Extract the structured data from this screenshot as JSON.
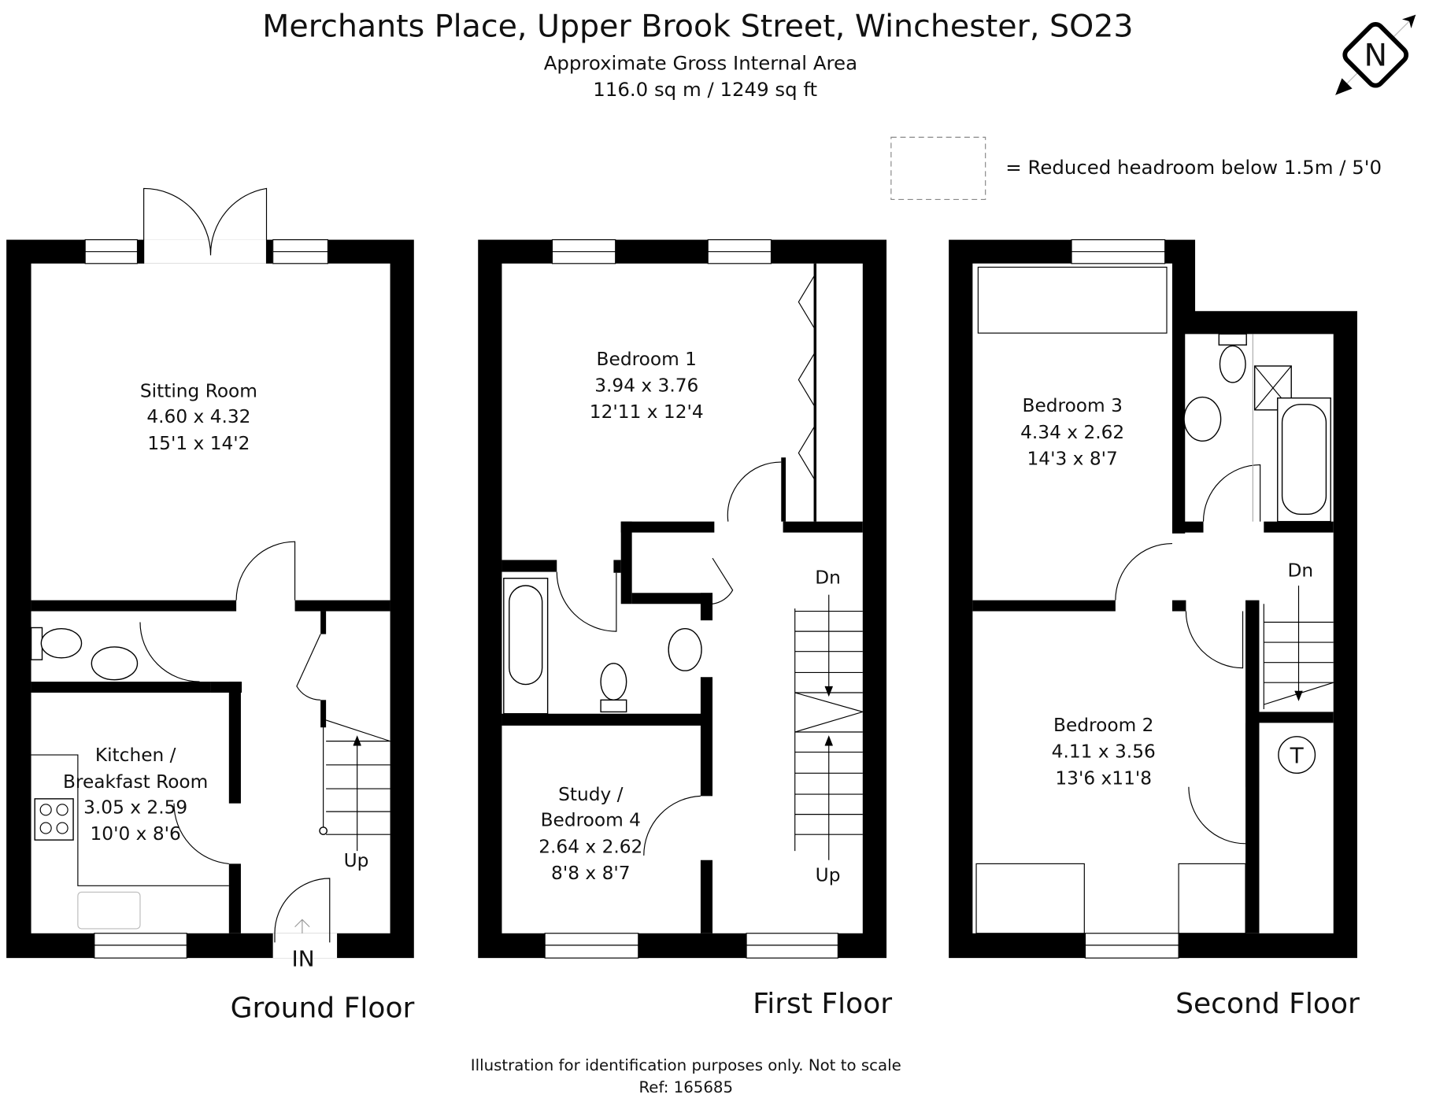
{
  "header": {
    "title": "Merchants Place, Upper Brook Street, Winchester, SO23",
    "area_label": "Approximate Gross Internal Area",
    "area_value": "116.0 sq m / 1249 sq ft"
  },
  "legend": {
    "reduced_headroom": "= Reduced headroom below 1.5m / 5'0"
  },
  "compass": {
    "icon": "north-compass-icon",
    "letter": "N"
  },
  "floors": {
    "ground": {
      "label": "Ground Floor",
      "sitting": {
        "name": "Sitting Room",
        "metric": "4.60 x 4.32",
        "imperial": "15'1 x 14'2"
      },
      "kitchen": {
        "name1": "Kitchen /",
        "name2": "Breakfast Room",
        "metric": "3.05 x 2.59",
        "imperial": "10'0 x 8'6"
      },
      "stairs": "Up",
      "entrance": "IN"
    },
    "first": {
      "label": "First Floor",
      "bed1": {
        "name": "Bedroom 1",
        "metric": "3.94 x 3.76",
        "imperial": "12'11 x 12'4"
      },
      "study": {
        "name1": "Study /",
        "name2": "Bedroom 4",
        "metric": "2.64 x 2.62",
        "imperial": "8'8 x 8'7"
      },
      "stairs_down": "Dn",
      "stairs_up": "Up"
    },
    "second": {
      "label": "Second Floor",
      "bed3": {
        "name": "Bedroom 3",
        "metric": "4.34 x 2.62",
        "imperial": "14'3 x 8'7"
      },
      "bed2": {
        "name": "Bedroom 2",
        "metric": "4.11 x 3.56",
        "imperial": "13'6 x11'8"
      },
      "stairs_down": "Dn",
      "tank": "T"
    }
  },
  "footer": {
    "disclaimer": "Illustration for identification purposes only. Not to scale",
    "ref": "Ref: 165685"
  }
}
